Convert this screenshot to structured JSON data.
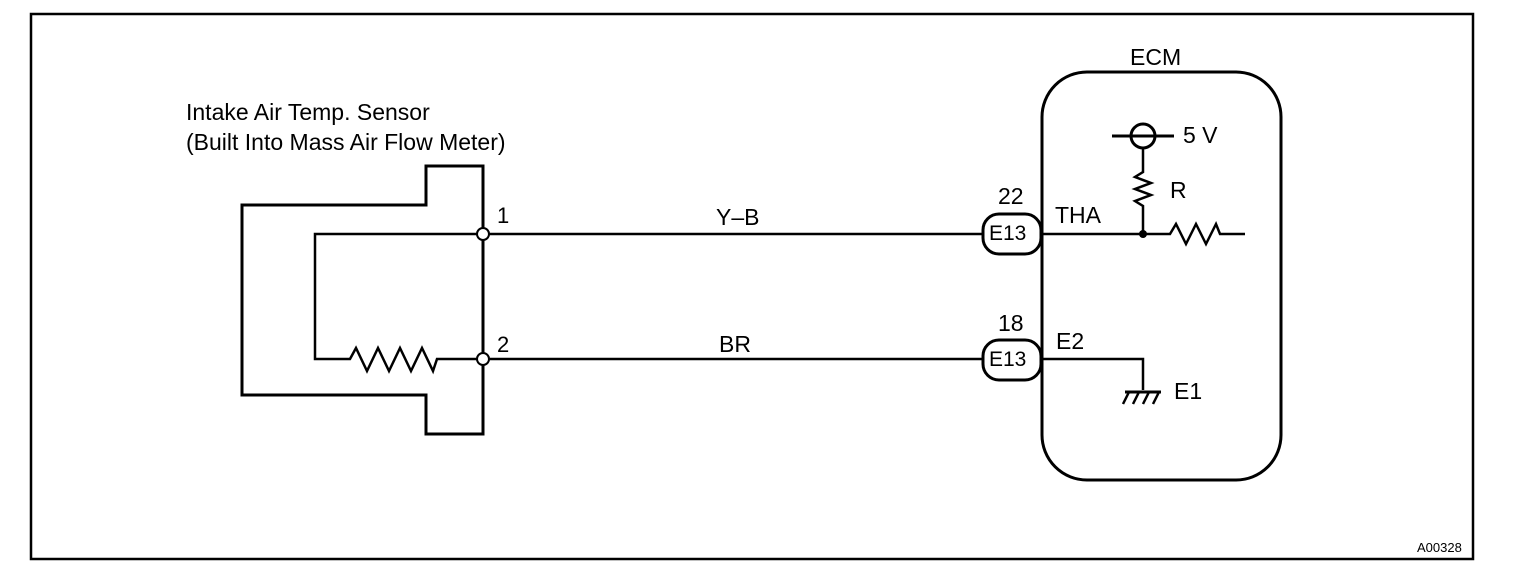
{
  "sensor": {
    "title_line1": "Intake Air Temp. Sensor",
    "title_line2": "(Built Into Mass Air Flow Meter)",
    "pin1": "1",
    "pin2": "2"
  },
  "wires": {
    "upper_color": "Y–B",
    "lower_color": "BR"
  },
  "connectors": {
    "upper_pin": "22",
    "upper_name": "E13",
    "lower_pin": "18",
    "lower_name": "E13"
  },
  "ecm": {
    "title": "ECM",
    "supply": "5 V",
    "resistor": "R",
    "terminal_tha": "THA",
    "terminal_e2": "E2",
    "ground": "E1"
  },
  "figure_code": "A00328"
}
